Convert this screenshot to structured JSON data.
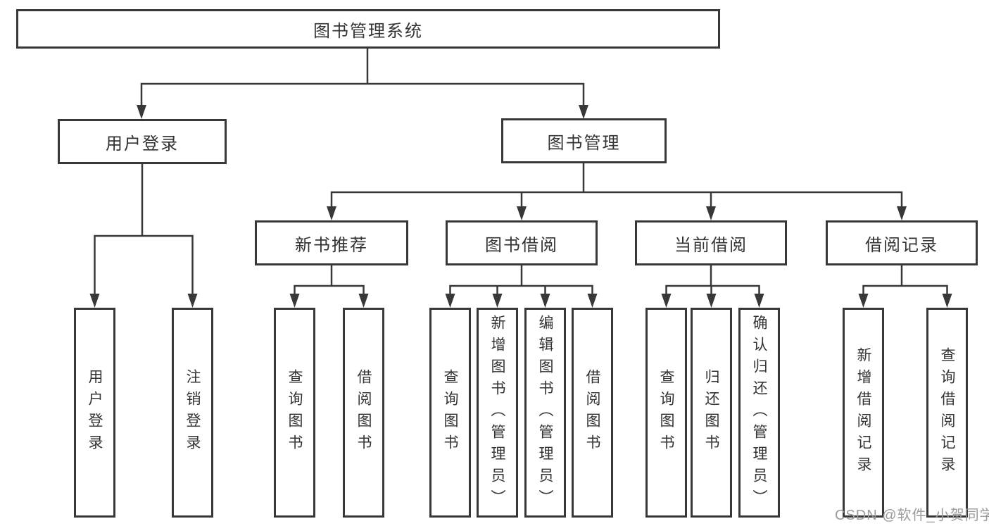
{
  "diagram": {
    "root": {
      "label": "图书管理系统"
    },
    "login": {
      "label": "用户登录",
      "leaves": [
        {
          "label": "用户登录"
        },
        {
          "label": "注销登录"
        }
      ]
    },
    "management": {
      "label": "图书管理",
      "sections": [
        {
          "label": "新书推荐",
          "leaves": [
            {
              "label": "查询图书"
            },
            {
              "label": "借阅图书"
            }
          ]
        },
        {
          "label": "图书借阅",
          "leaves": [
            {
              "label": "查询图书"
            },
            {
              "label": "新增图书（管理员）"
            },
            {
              "label": "编辑图书（管理员）"
            },
            {
              "label": "借阅图书"
            }
          ]
        },
        {
          "label": "当前借阅",
          "leaves": [
            {
              "label": "查询图书"
            },
            {
              "label": "归还图书"
            },
            {
              "label": "确认归还（管理员）"
            }
          ]
        },
        {
          "label": "借阅记录",
          "leaves": [
            {
              "label": "新增借阅记录"
            },
            {
              "label": "查询借阅记录"
            }
          ]
        }
      ]
    }
  },
  "watermark": {
    "text": "CSDN @软件_小贺同学"
  },
  "colors": {
    "line": "#383838",
    "text": "#333333",
    "box_border": "#383838",
    "background": "#ffffff",
    "watermark": "#9b9b9b"
  }
}
